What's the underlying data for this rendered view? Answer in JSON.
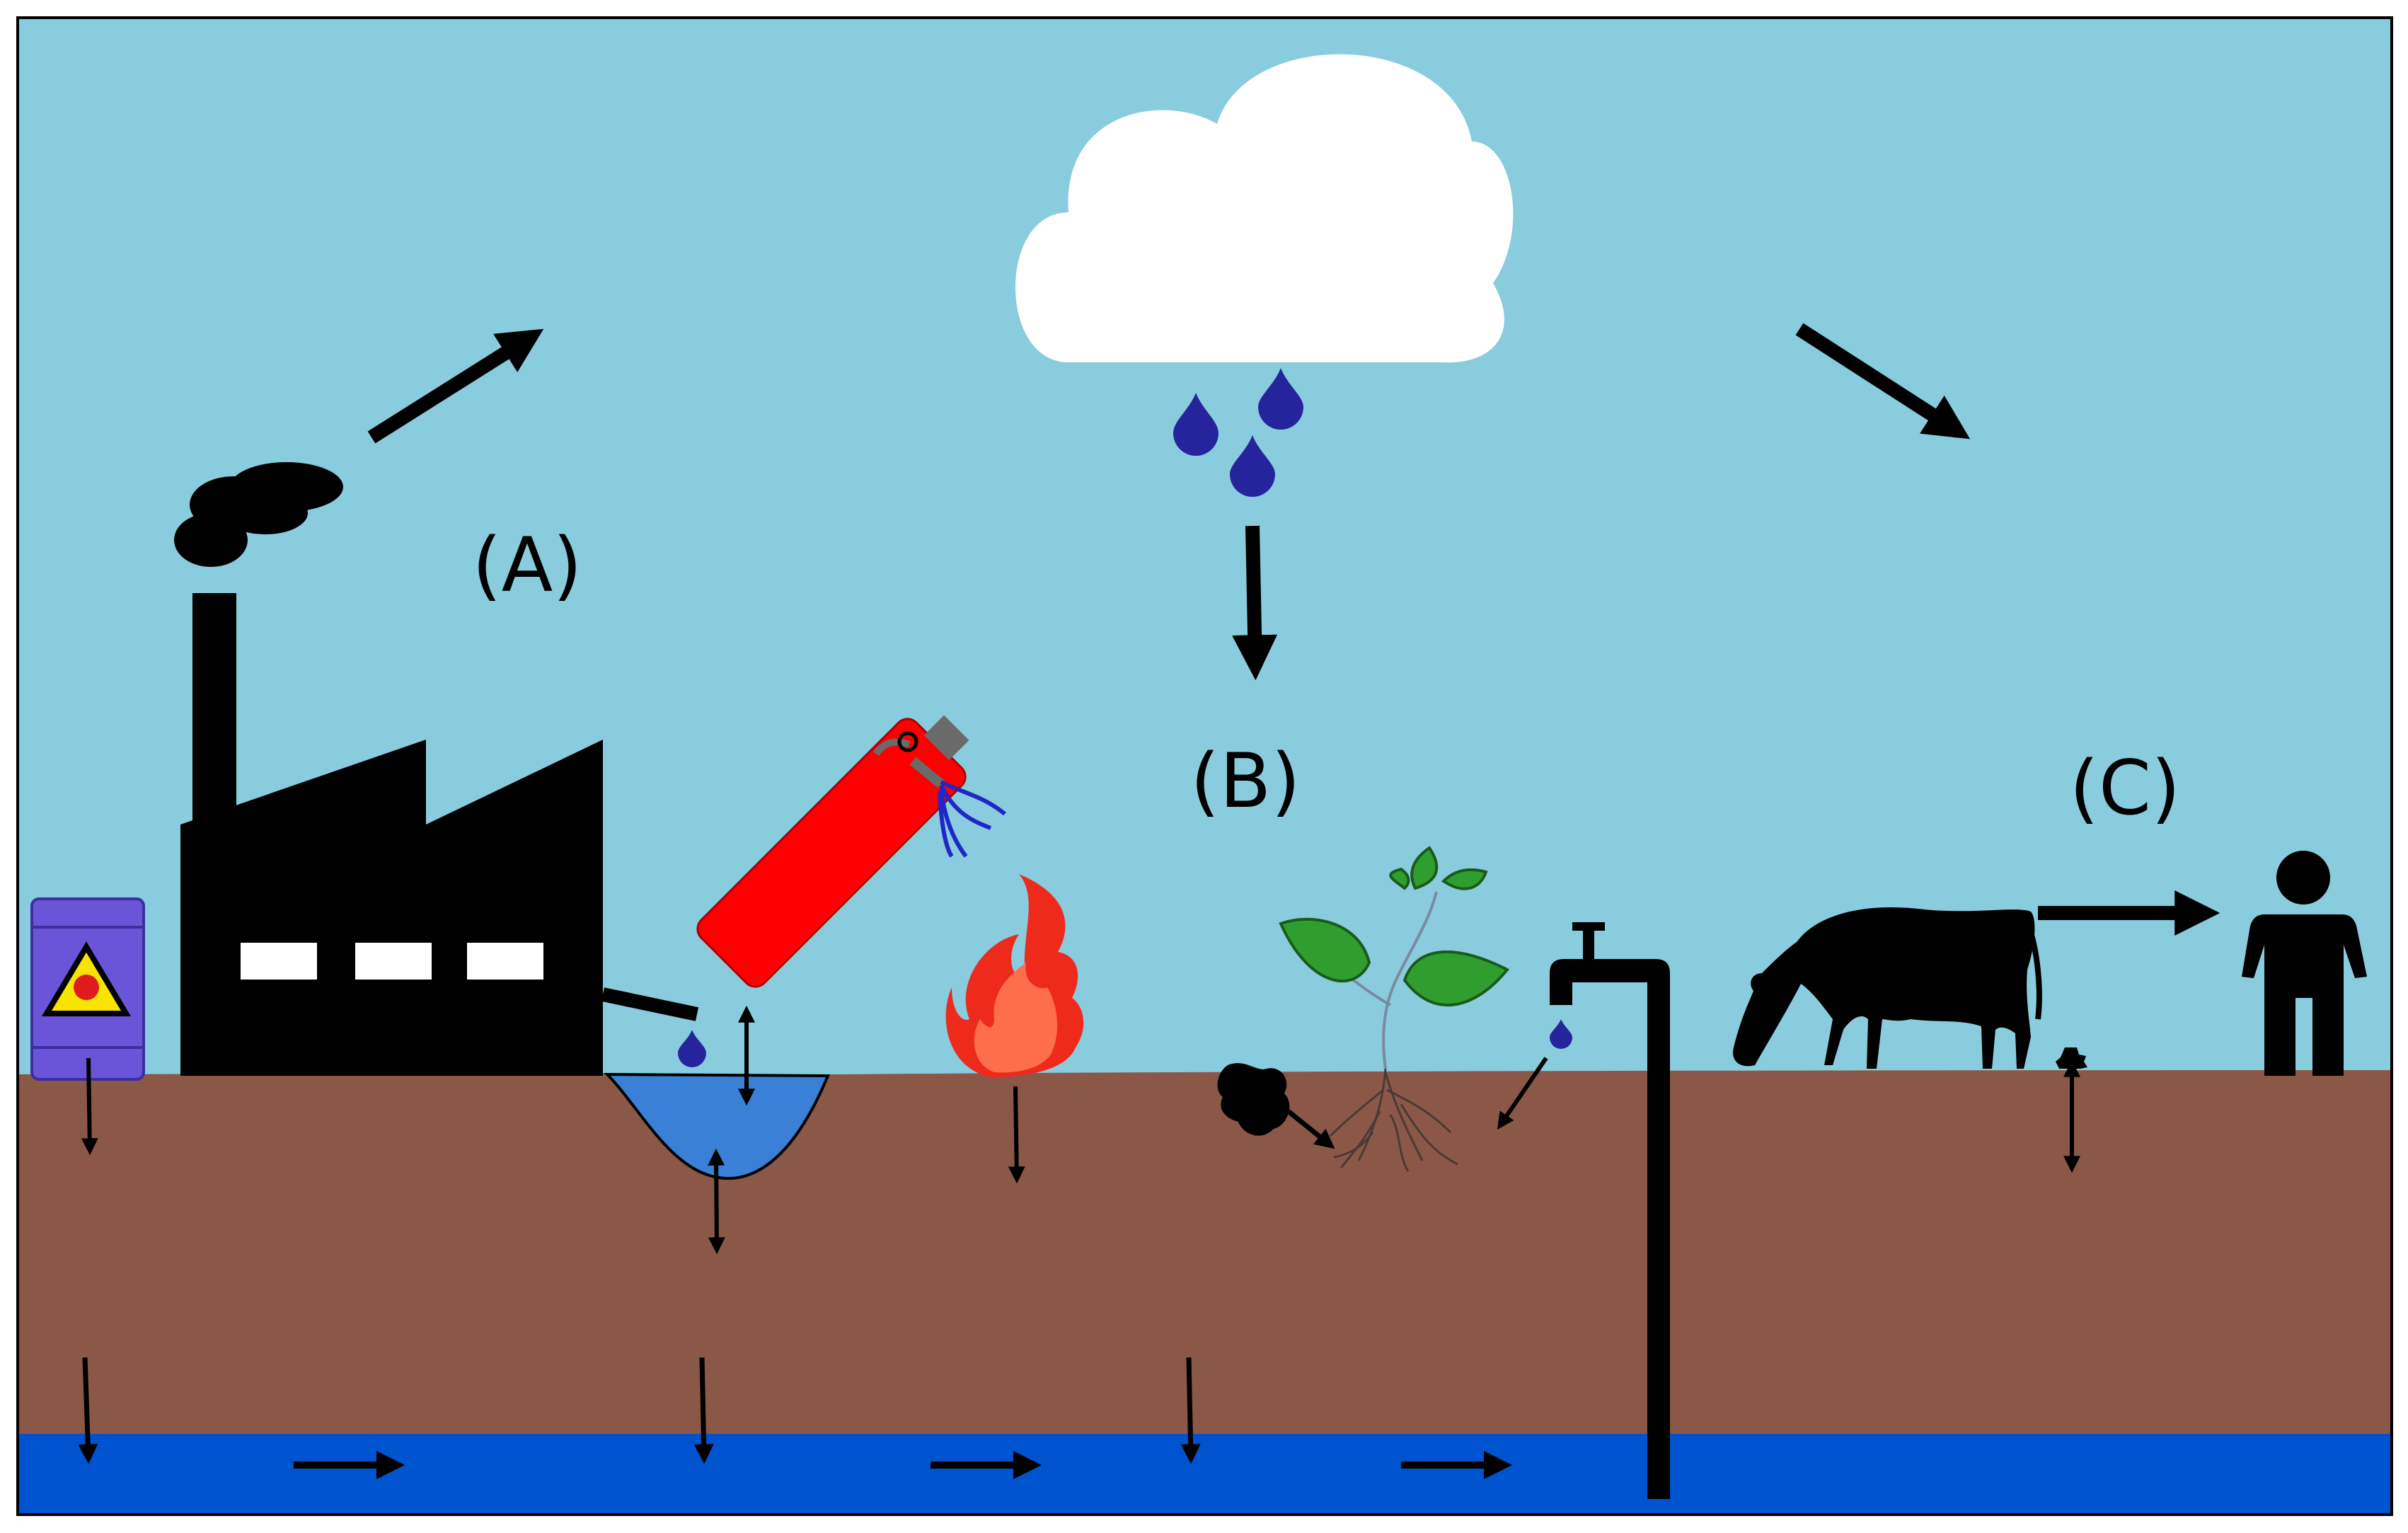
{
  "labels": {
    "a": "(A)",
    "b": "(B)",
    "c": "(C)"
  },
  "colors": {
    "sky": "#89ccde",
    "soil": "#8b5848",
    "groundwater": "#0053cf",
    "pond": "#3a80d6",
    "droplet": "#25249c",
    "cloud": "#ffffff",
    "silhouette": "#000000",
    "extinguisher": "#ff0000",
    "flame_outer": "#ee2a1d",
    "flame_inner": "#ff6e4a",
    "leaf": "#2f9e2f",
    "barrel": "#6a55d9",
    "hazard": "#f7e400"
  },
  "icons": {
    "factory": "factory-icon",
    "cloud": "rain-cloud-icon",
    "barrel": "hazard-barrel-icon",
    "extinguisher": "fire-extinguisher-icon",
    "fire": "fire-icon",
    "plant": "plant-icon",
    "tap": "water-tap-icon",
    "cow": "cow-icon",
    "person": "person-icon"
  }
}
